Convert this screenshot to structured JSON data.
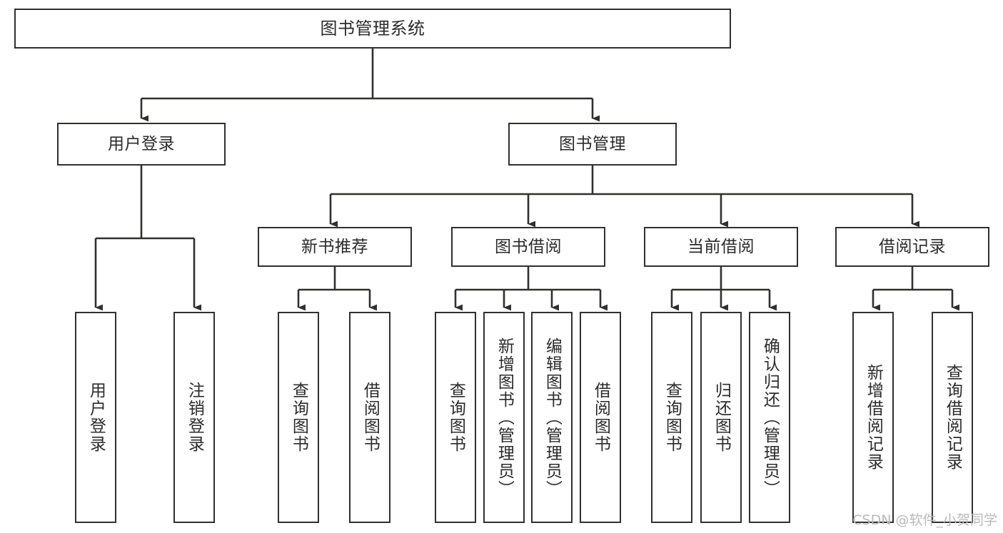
{
  "diagram": {
    "type": "tree-hierarchy",
    "title": "图书管理系统",
    "orientation": "top-down",
    "line_color": "#30302f",
    "box_fill": "#ffffff",
    "text_color": "#2b2b2b",
    "root": {
      "id": "root",
      "label": "图书管理系统"
    },
    "level2": [
      {
        "id": "user-login",
        "label": "用户登录"
      },
      {
        "id": "book-admin",
        "label": "图书管理"
      }
    ],
    "level3": [
      {
        "id": "new-book-rec",
        "label": "新书推荐",
        "parent": "book-admin"
      },
      {
        "id": "book-borrow",
        "label": "图书借阅",
        "parent": "book-admin"
      },
      {
        "id": "current-borrow",
        "label": "当前借阅",
        "parent": "book-admin"
      },
      {
        "id": "borrow-record",
        "label": "借阅记录",
        "parent": "book-admin"
      }
    ],
    "leaves": [
      {
        "id": "leaf-user-login",
        "label": "用户登录",
        "parent": "user-login"
      },
      {
        "id": "leaf-user-logout",
        "label": "注销登录",
        "parent": "user-login"
      },
      {
        "id": "leaf-rec-query",
        "label": "查询图书",
        "parent": "new-book-rec"
      },
      {
        "id": "leaf-rec-borrow",
        "label": "借阅图书",
        "parent": "new-book-rec"
      },
      {
        "id": "leaf-borrow-query",
        "label": "查询图书",
        "parent": "book-borrow"
      },
      {
        "id": "leaf-borrow-add",
        "label": "新增图书（管理员）",
        "parent": "book-borrow"
      },
      {
        "id": "leaf-borrow-edit",
        "label": "编辑图书（管理员）",
        "parent": "book-borrow"
      },
      {
        "id": "leaf-borrow-lend",
        "label": "借阅图书",
        "parent": "book-borrow"
      },
      {
        "id": "leaf-cur-query",
        "label": "查询图书",
        "parent": "current-borrow"
      },
      {
        "id": "leaf-cur-return",
        "label": "归还图书",
        "parent": "current-borrow"
      },
      {
        "id": "leaf-cur-confirm",
        "label": "确认归还（管理员）",
        "parent": "current-borrow"
      },
      {
        "id": "leaf-rec-add",
        "label": "新增借阅记录",
        "parent": "borrow-record"
      },
      {
        "id": "leaf-rec-query2",
        "label": "查询借阅记录",
        "parent": "borrow-record"
      }
    ]
  },
  "watermark": {
    "text": "CSDN @软件_小贺同学"
  }
}
